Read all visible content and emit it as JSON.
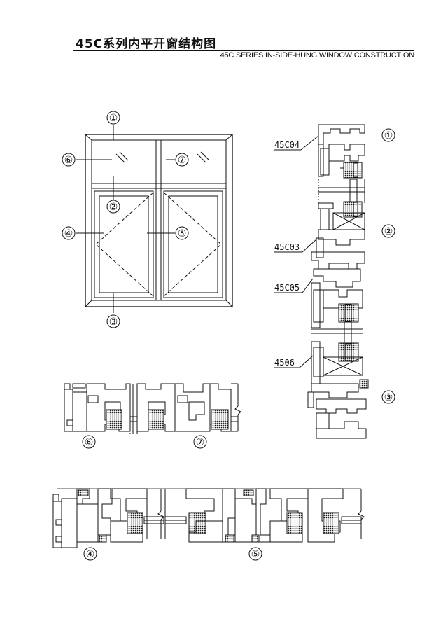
{
  "title": {
    "chinese": "45C系列内平开窗结构图",
    "english": "45C SERIES IN-SIDE-HUNG WINDOW CONSTRUCTION"
  },
  "elevation": {
    "callouts": [
      "①",
      "②",
      "③",
      "④",
      "⑤",
      "⑥",
      "⑦"
    ]
  },
  "vertical_section": {
    "callouts": [
      "①",
      "②",
      "③"
    ],
    "profiles": [
      "45C04",
      "45C03",
      "45C05",
      "4506"
    ]
  },
  "transom_section": {
    "callouts": [
      "⑥",
      "⑦"
    ]
  },
  "sash_section": {
    "callouts": [
      "④",
      "⑤"
    ]
  }
}
